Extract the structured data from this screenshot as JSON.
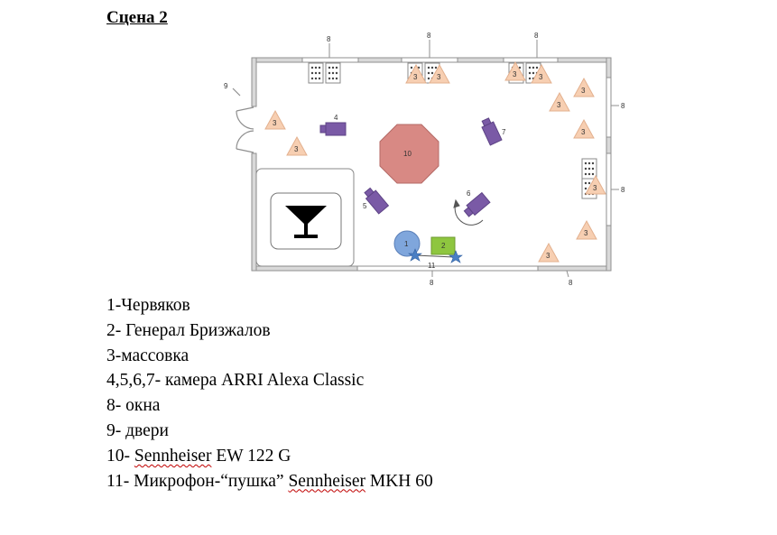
{
  "title": "Сцена 2",
  "plan": {
    "labels": {
      "window": "8",
      "door": "9",
      "extras": "3",
      "camera_4": "4",
      "camera_5": "5",
      "camera_6": "6",
      "camera_7": "7",
      "radio_mic": "10",
      "boom_mic": "11",
      "actor_1": "1",
      "actor_2": "2"
    },
    "colors": {
      "wall": "#8f8f8f",
      "extras_fill": "#f7cfb2",
      "camera": "#7a5aa6",
      "octagon": "#d88984",
      "actor_1": "#7fa6dc",
      "actor_2": "#8ec63f",
      "star": "#4a7fc4"
    },
    "icons": {
      "bar": "cocktail-glass-icon",
      "window_marks": "window-icon",
      "tables": "table-icon"
    }
  },
  "legend": {
    "l1": "1-Червяков",
    "l2": "2- Генерал Бризжалов",
    "l3": "3-массовка",
    "l4": "4,5,6,7- камера ARRI Alexa Classic",
    "l5": "8- окна",
    "l6": "9- двери",
    "l7_num": "10- ",
    "l7_brand": "Sennheiser",
    "l7_rest": " EW 122 G",
    "l8_a": "11- Микрофон-“пушка” ",
    "l8_brand": "Sennheiser",
    "l8_b": " MKH 60"
  }
}
